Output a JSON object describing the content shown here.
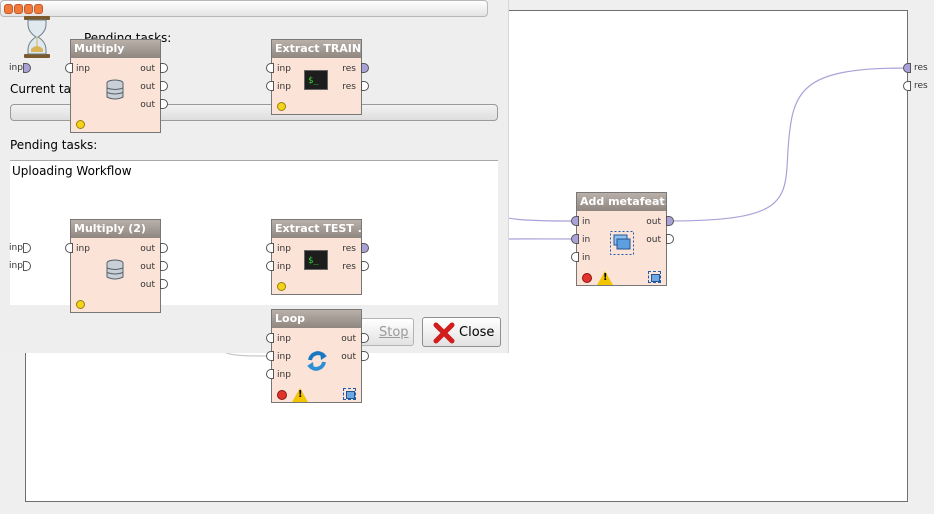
{
  "dialog": {
    "pending_tasks_label": "Pending tasks:",
    "current_task_label": "Current task",
    "pending_tasks_label_2": "Pending tasks:",
    "pending_item": "Uploading Workflow",
    "stop_label": "Stop",
    "close_label": "Close"
  },
  "canvas": {
    "left_ports": [
      "inp",
      "inp",
      "inp"
    ],
    "right_ports": [
      "res",
      "res"
    ]
  },
  "operators": {
    "multiply1": {
      "title": "Multiply",
      "in": [
        "inp"
      ],
      "out": [
        "out",
        "out",
        "out"
      ]
    },
    "extract_train": {
      "title": "Extract TRAIN ...",
      "in": [
        "inp",
        "inp"
      ],
      "out": [
        "res",
        "res"
      ]
    },
    "multiply2": {
      "title": "Multiply (2)",
      "in": [
        "inp"
      ],
      "out": [
        "out",
        "out",
        "out"
      ]
    },
    "extract_test": {
      "title": "Extract TEST ...",
      "in": [
        "inp",
        "inp"
      ],
      "out": [
        "res",
        "res"
      ]
    },
    "loop": {
      "title": "Loop",
      "in": [
        "inp",
        "inp",
        "inp"
      ],
      "out": [
        "out",
        "out"
      ]
    },
    "add_metafeatures": {
      "title": "Add metafeat...",
      "in": [
        "in",
        "in",
        "in"
      ],
      "out": [
        "out",
        "out"
      ]
    }
  },
  "colors": {
    "connection": "#a9a2d8",
    "operator_body": "#fbe3d8",
    "operator_header": "#9a918b"
  },
  "icons": [
    "hourglass-icon",
    "database-icon",
    "terminal-icon",
    "loop-icon",
    "subprocess-icon",
    "warning-icon",
    "close-x-icon"
  ]
}
